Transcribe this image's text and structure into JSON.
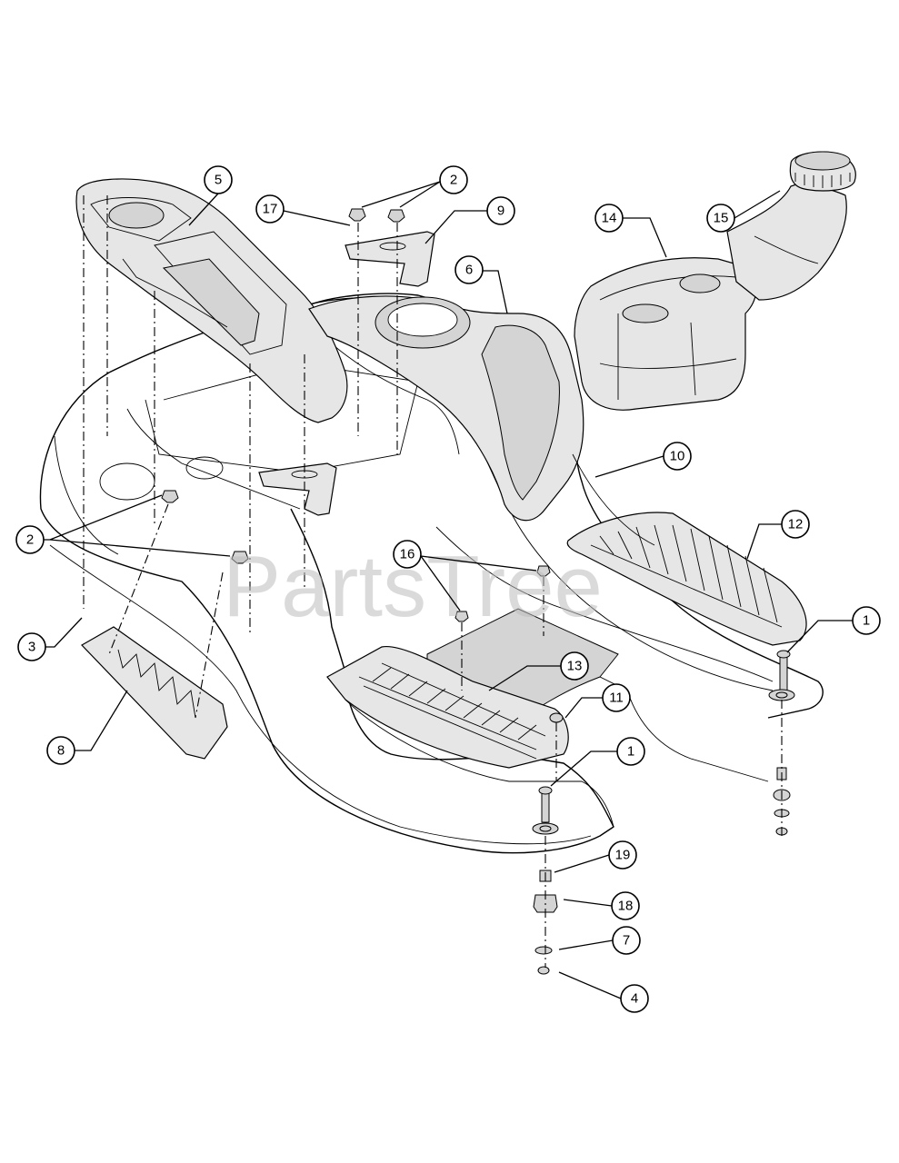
{
  "watermark": "PartsTree",
  "callouts": [
    {
      "id": "c5",
      "label": "5"
    },
    {
      "id": "c17",
      "label": "17"
    },
    {
      "id": "c2a",
      "label": "2"
    },
    {
      "id": "c9",
      "label": "9"
    },
    {
      "id": "c6",
      "label": "6"
    },
    {
      "id": "c14",
      "label": "14"
    },
    {
      "id": "c15",
      "label": "15"
    },
    {
      "id": "c10",
      "label": "10"
    },
    {
      "id": "c12",
      "label": "12"
    },
    {
      "id": "c2b",
      "label": "2"
    },
    {
      "id": "c16",
      "label": "16"
    },
    {
      "id": "c3",
      "label": "3"
    },
    {
      "id": "c13",
      "label": "13"
    },
    {
      "id": "c11",
      "label": "11"
    },
    {
      "id": "c1a",
      "label": "1"
    },
    {
      "id": "c1b",
      "label": "1"
    },
    {
      "id": "c8",
      "label": "8"
    },
    {
      "id": "c19",
      "label": "19"
    },
    {
      "id": "c18",
      "label": "18"
    },
    {
      "id": "c7",
      "label": "7"
    },
    {
      "id": "c4",
      "label": "4"
    }
  ]
}
